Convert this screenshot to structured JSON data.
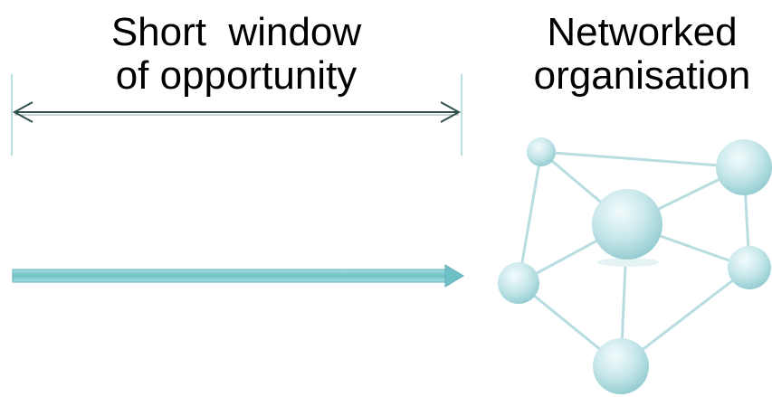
{
  "captions": {
    "left_line1": "Short  window",
    "left_line2": "of opportunity",
    "right_line1": "Networked",
    "right_line2": "organisation"
  },
  "colors": {
    "text": "#000000",
    "bracket_line": "#2f4f4f",
    "arrow_fill": "#7fc8cc",
    "node_fill": "#bfe6e8",
    "node_highlight": "#eef9fa",
    "edge": "#b8dde0"
  },
  "icons": {
    "time_span": "double-headed-arrow-icon",
    "long_path": "right-arrow-icon",
    "network": "network-graph-icon"
  }
}
